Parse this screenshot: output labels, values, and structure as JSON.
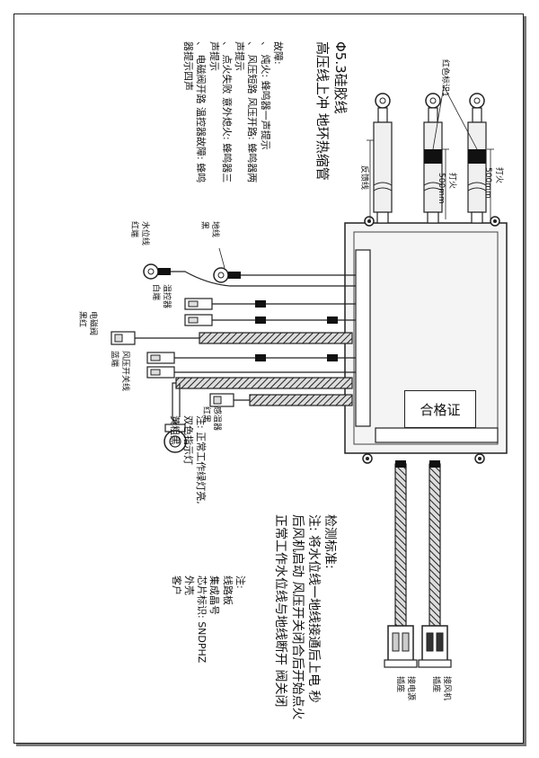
{
  "fault_notes": {
    "heading": "故障:",
    "lines": [
      "、 炖火: 蜂鸣器一声提示",
      "、 风压短路 风压开路: 蜂鸣器两",
      "声提示",
      "、 点火失败 意外熄火: 蜂鸣器三",
      "声提示",
      "、 电磁阀开路 温控器故障: 蜂鸣",
      "器提示四声"
    ]
  },
  "hv_wire": {
    "title": "Φ5.3硅胶线",
    "subtitle": "高压线上冲  地环热缩管"
  },
  "top_labels": {
    "feedback": "反馈线",
    "ignite_1": "打火",
    "ignite_2": "打火",
    "len_1": "500mm",
    "len_2": "500mm",
    "red_tube": "红色标识1"
  },
  "left_labels": {
    "water_level": "水位线\n红端",
    "ground": "地线\n黑",
    "temp_ctrl": "温控器\n白端",
    "solenoid": "电磁阀\n黑红",
    "fan_switch": "风压开关线\n蓝端",
    "temp_sensor": "感温器\n红黑"
  },
  "indicator_note": {
    "line1": "注: 正常工作绿灯亮,",
    "line2": "双色指示灯",
    "line3": "黄粗黑"
  },
  "certificate": "合格证",
  "test_standard": {
    "heading": "检测标准:",
    "lines": [
      "注: 将水位线一地线接通后上电     秒",
      "后风机启动  风压开关闭合后开始点火",
      "正常工作水位线与地线断开  阀关闭"
    ]
  },
  "note": {
    "heading": "注:",
    "board": "线路板",
    "chip_model": "集成晶号",
    "chip_mark": "芯片标识: SNDPHZ",
    "shell": "外壳",
    "customer": "客户"
  },
  "bottom_labels": {
    "power": "接电源\n插座",
    "fan": "接风机\n插座"
  }
}
